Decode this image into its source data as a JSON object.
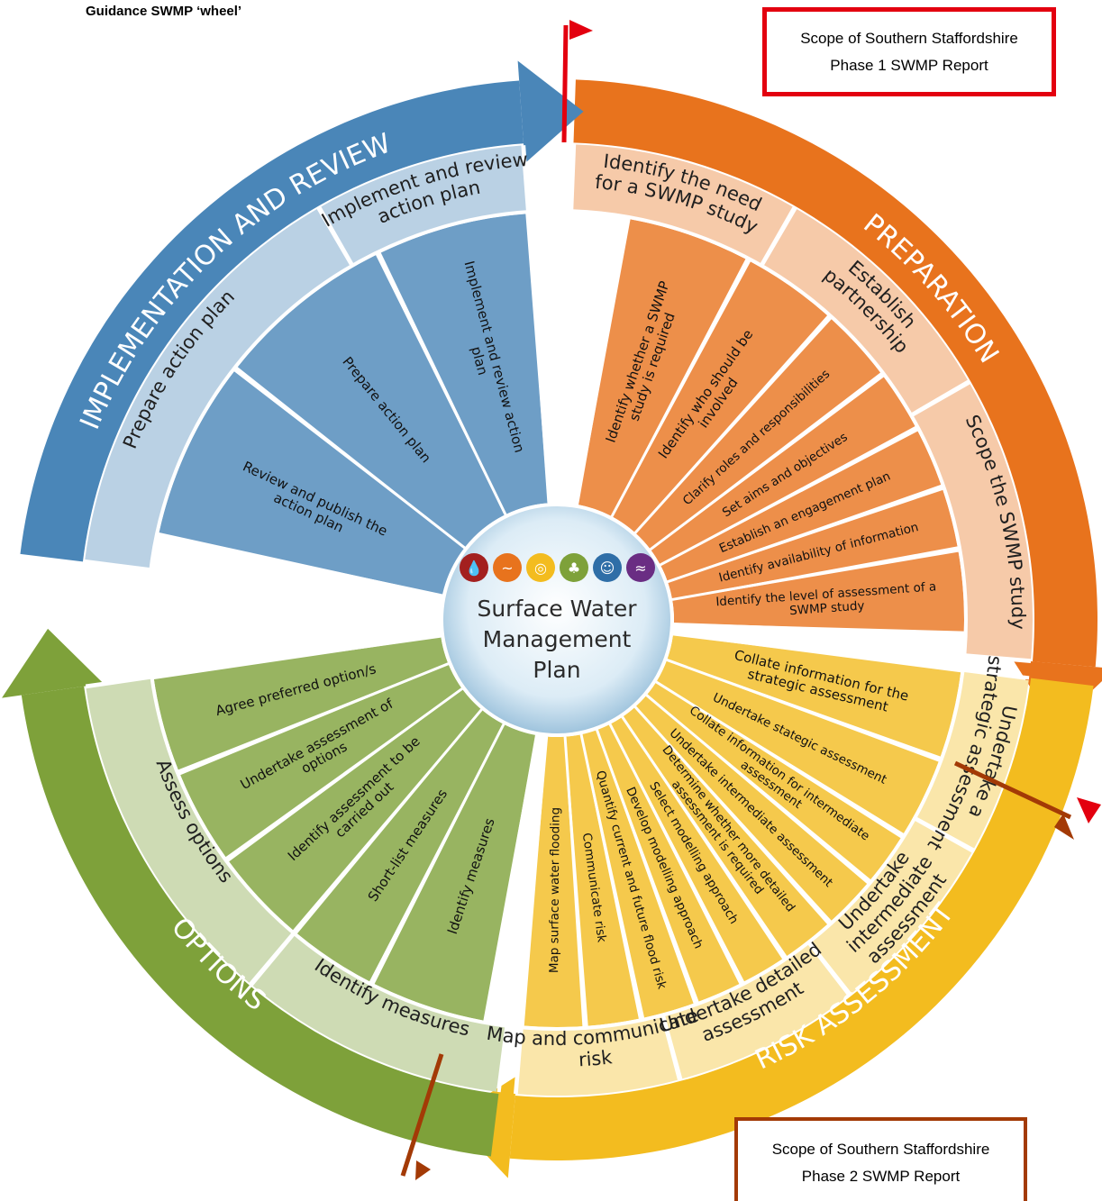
{
  "title": "Guidance SWMP ‘wheel’",
  "scope_phase1": [
    "Scope of Southern Staffordshire",
    "Phase 1 SWMP Report"
  ],
  "scope_phase2": [
    "Scope of Southern Staffordshire",
    "Phase 2 SWMP Report"
  ],
  "center": {
    "lines": [
      "Surface Water",
      "Management",
      "Plan"
    ],
    "icons": [
      "water-drop-icon",
      "fish-icon",
      "coin-icon",
      "tree-icon",
      "person-icon",
      "fish-icon"
    ]
  },
  "colors": {
    "preparation": "#e8731d",
    "risk_assessment": "#f3bc1f",
    "options": "#7ea13a",
    "implementation": "#4a86b8",
    "phase1_marker": "#e3000f",
    "phase2_marker": "#a33a06"
  },
  "stages": {
    "preparation": {
      "label": "PREPARATION",
      "steps": [
        "Identify the need for a SWMP study",
        "Establish partnership",
        "Scope the SWMP study"
      ],
      "tasks": [
        "Identify whether a SWMP study is required",
        "Identify who should be involved",
        "Clarify roles and responsibilities",
        "Set aims and objectives",
        "Establish an engagement plan",
        "Identify availability of information",
        "Identify the level of assessment of a SWMP study"
      ]
    },
    "risk_assessment": {
      "label": "RISK ASSESSMENT",
      "steps": [
        "Undertake a strategic assessment",
        "Undertake intermediate assessment",
        "Undertake detailed assessment",
        "Map and communicate risk"
      ],
      "tasks": [
        "Collate information for the strategic assessment",
        "Undertake stategic assessment",
        "Collate information for intermediate assessment",
        "Undertake intermediate assessment",
        "Determine whether more detailed assessment is required",
        "Select modelling approach",
        "Develop modelling approach",
        "Quantify current and future flood risk",
        "Communicate risk",
        "Map surface water flooding"
      ]
    },
    "options": {
      "label": "OPTIONS",
      "steps": [
        "Identify measures",
        "Assess options"
      ],
      "tasks": [
        "Identify measures",
        "Short-list measures",
        "Identify assessment to be carried out",
        "Undertake assessment of options",
        "Agree preferred option/s"
      ]
    },
    "implementation": {
      "label": "IMPLEMENTATION AND REVIEW",
      "steps": [
        "Prepare action plan",
        "Implement and review action plan"
      ],
      "tasks": [
        "Review and publish the action plan",
        "Prepare action plan",
        "Implement and review action plan"
      ]
    }
  }
}
